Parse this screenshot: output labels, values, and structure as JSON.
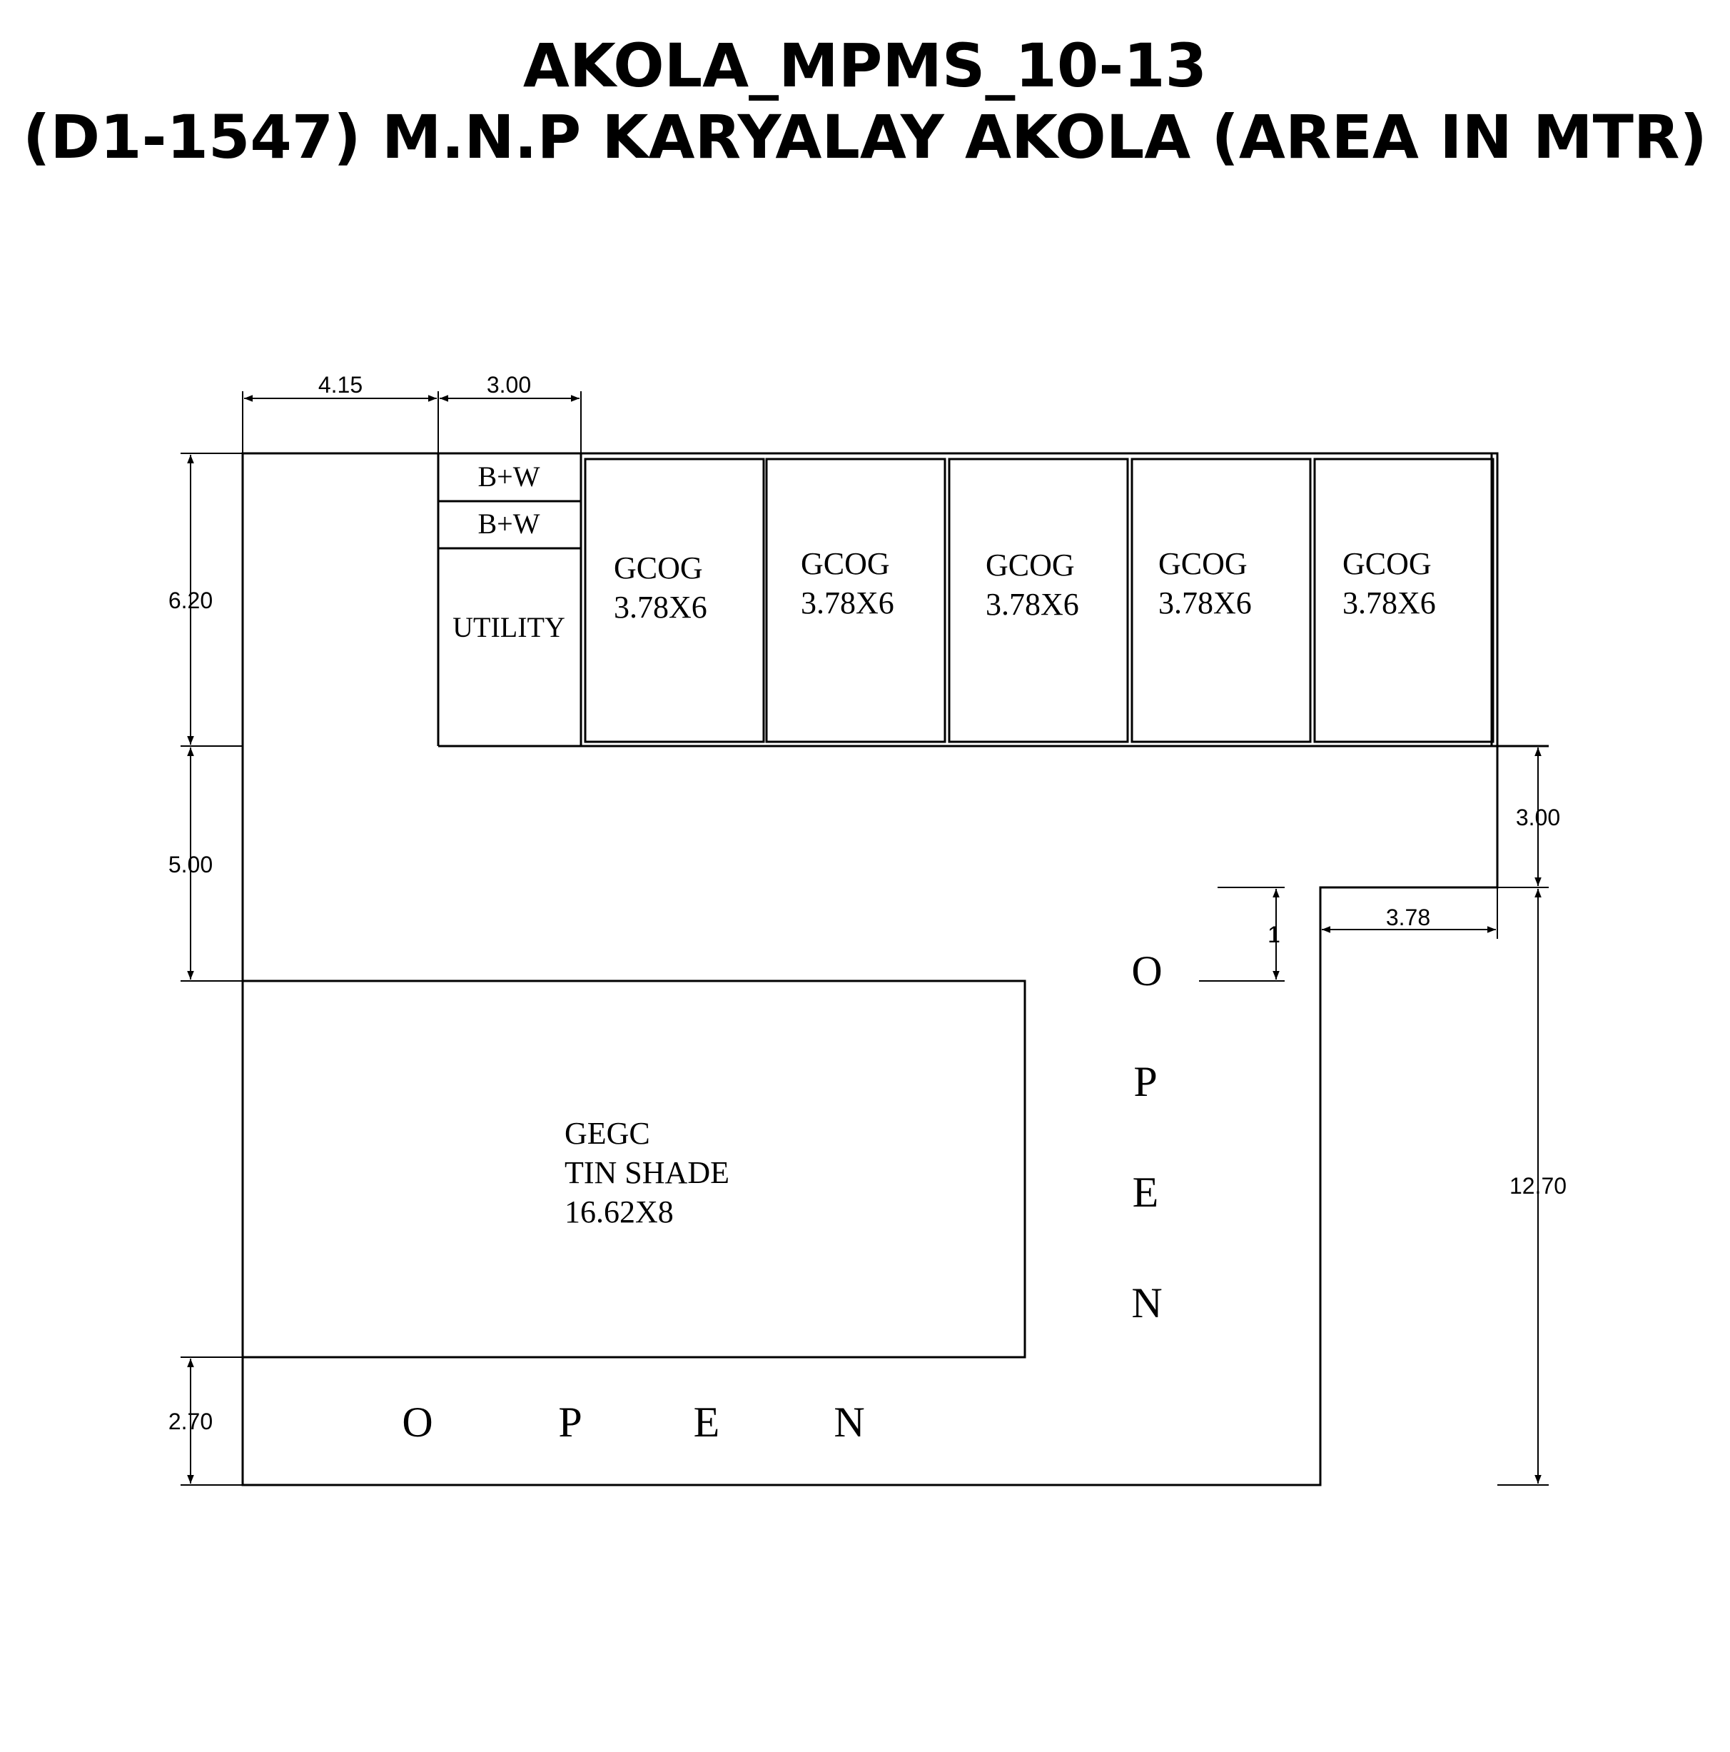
{
  "title": {
    "line1": "AKOLA_MPMS_10-13",
    "line2": "(D1-1547) M.N.P KARYALAY AKOLA (AREA IN MTR)"
  },
  "rooms": {
    "bw_1": "B+W",
    "bw_2": "B+W",
    "utility": "UTILITY",
    "gcog": [
      {
        "name": "GCOG",
        "size": "3.78X6"
      },
      {
        "name": "GCOG",
        "size": "3.78X6"
      },
      {
        "name": "GCOG",
        "size": "3.78X6"
      },
      {
        "name": "GCOG",
        "size": "3.78X6"
      },
      {
        "name": "GCOG",
        "size": "3.78X6"
      }
    ],
    "gegc": {
      "name": "GEGC",
      "type": "TIN SHADE",
      "size": "16.62X8"
    }
  },
  "open_areas": {
    "vertical": [
      "O",
      "P",
      "E",
      "N"
    ],
    "horizontal": [
      "O",
      "P",
      "E",
      "N"
    ]
  },
  "dimensions": {
    "top_left": "4.15",
    "top_utility": "3.00",
    "left_top": "6.20",
    "left_middle": "5.00",
    "left_bottom": "2.70",
    "right_top": "3.00",
    "right_bottom": "12.70",
    "right_notch": "3.78",
    "small_step": "1"
  }
}
